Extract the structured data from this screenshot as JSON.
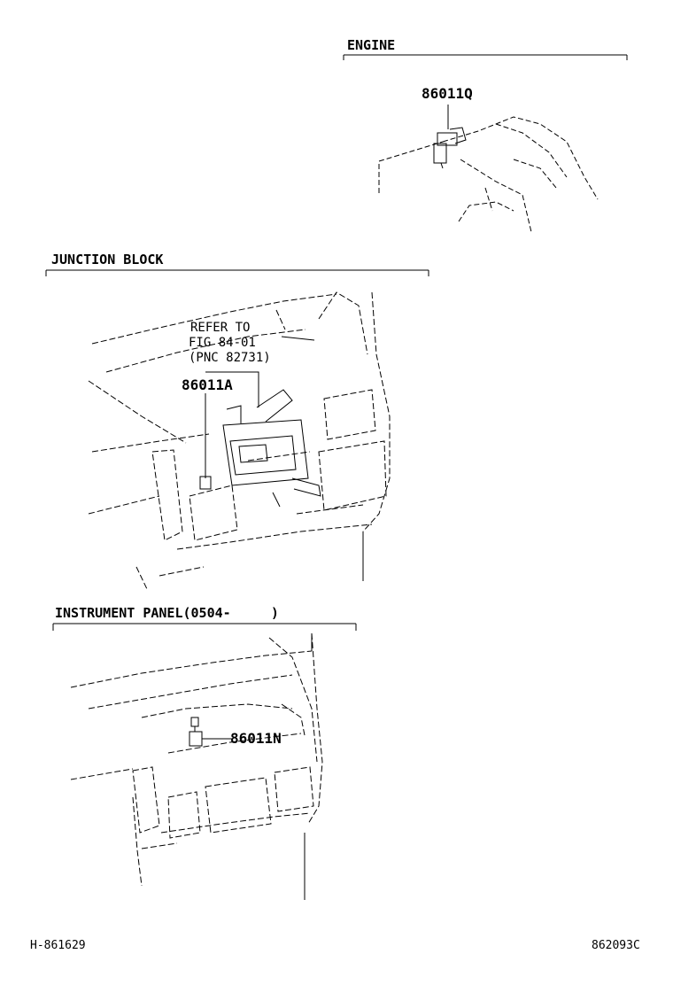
{
  "sections": {
    "engine": {
      "title": "ENGINE",
      "part": "86011Q"
    },
    "junction_block": {
      "title": "JUNCTION BLOCK",
      "refer_lines": [
        "REFER TO",
        "FIG 84-01",
        "(PNC 82731)"
      ],
      "part": "86011A"
    },
    "instrument_panel": {
      "title": "INSTRUMENT PANEL(0504-     )",
      "part": "86011N"
    }
  },
  "footer": {
    "left_code": "H-861629",
    "right_code": "862093C"
  }
}
